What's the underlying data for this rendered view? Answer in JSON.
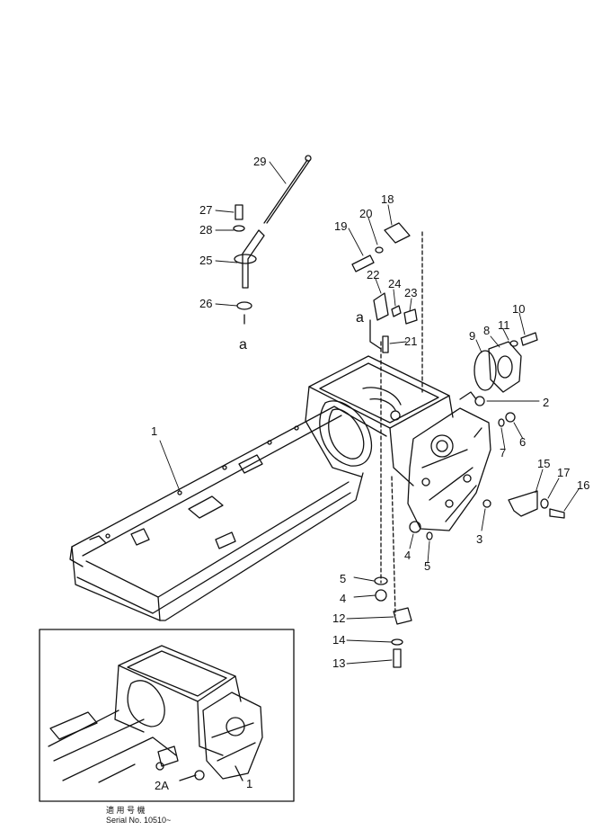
{
  "callouts": [
    "29",
    "27",
    "28",
    "25",
    "26",
    "a",
    "18",
    "19",
    "20",
    "22",
    "24",
    "23",
    "a",
    "21",
    "10",
    "11",
    "8",
    "9",
    "2",
    "6",
    "7",
    "15",
    "17",
    "16",
    "1",
    "3",
    "5",
    "4",
    "5",
    "4",
    "12",
    "14",
    "13",
    "2A",
    "1"
  ],
  "inset": {
    "caption_cjk": "適 用 号 機",
    "serial": "Serial No. 10510~"
  },
  "colors": {
    "ink": "#111111",
    "paper": "#ffffff"
  }
}
